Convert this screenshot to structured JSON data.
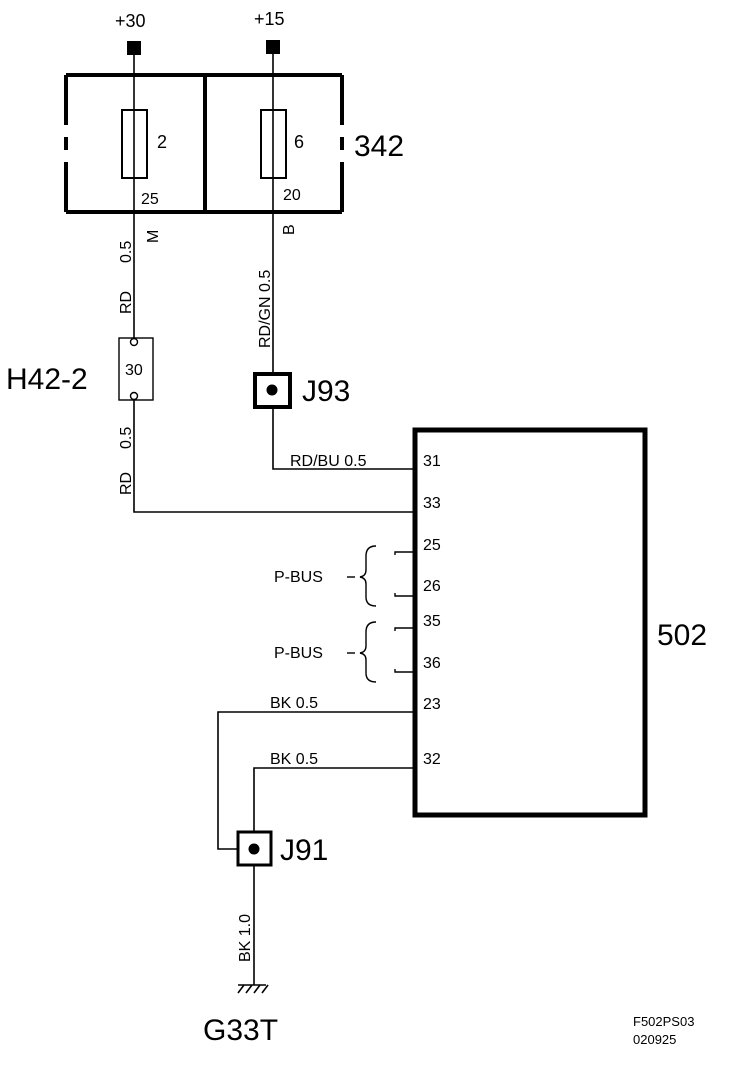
{
  "supplies": {
    "plus30": "+30",
    "plus15": "+15"
  },
  "fusebox": {
    "id": "342",
    "fuse_a": {
      "num": "2",
      "pin": "25",
      "connector": "M"
    },
    "fuse_b": {
      "num": "6",
      "pin": "20",
      "connector": "B"
    }
  },
  "wires": {
    "w1_color": "RD",
    "w1_size": "0.5",
    "w2": "RD/GN 0.5",
    "w3_color": "RD",
    "w3_size": "0.5",
    "w4": "RD/BU  0.5",
    "w5": "BK  0.5",
    "w6": "BK  0.5",
    "w7": "BK  1.0"
  },
  "connector_h42": {
    "id": "H42-2",
    "pin": "30"
  },
  "junctions": {
    "j93": "J93",
    "j91": "J91"
  },
  "module": {
    "id": "502",
    "pins": [
      "31",
      "33",
      "25",
      "26",
      "35",
      "36",
      "23",
      "32"
    ]
  },
  "bus_labels": [
    "P-BUS",
    "P-BUS"
  ],
  "ground": "G33T",
  "drawing_ref": {
    "code": "F502PS03",
    "date": "020925"
  }
}
